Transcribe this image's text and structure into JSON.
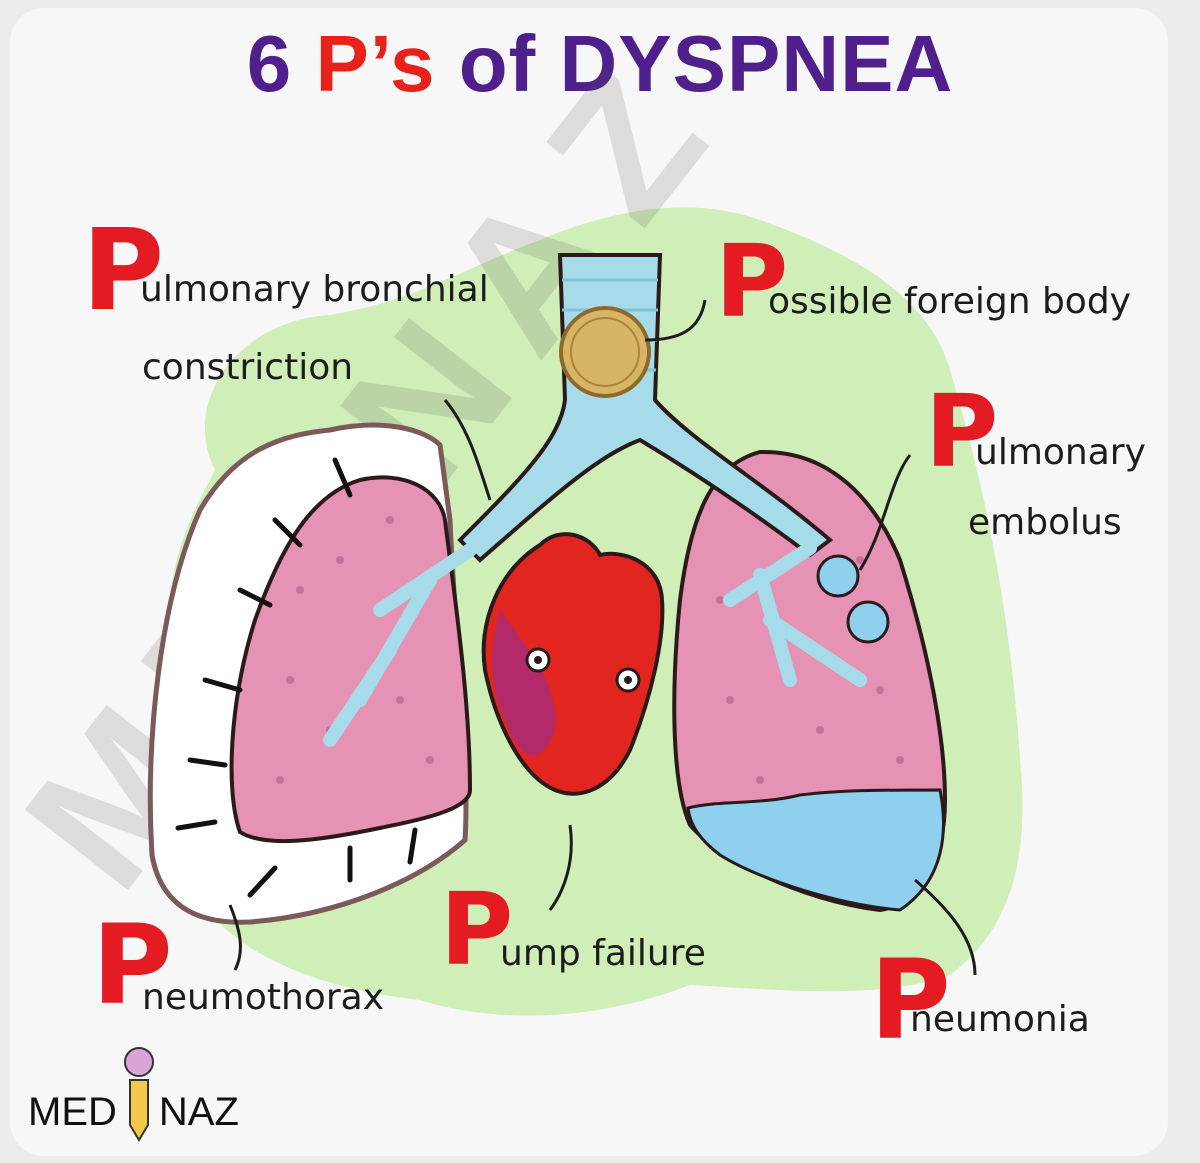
{
  "title": {
    "number": "6",
    "p": "P’s",
    "rest": "of DYSPNEA"
  },
  "causes": [
    {
      "letter": "P",
      "line1": "ulmonary bronchial",
      "line2": "constriction"
    },
    {
      "letter": "P",
      "line1": "ossible foreign body"
    },
    {
      "letter": "P",
      "line1": "ulmonary",
      "line2": "embolus"
    },
    {
      "letter": "P",
      "line1": "neumothorax"
    },
    {
      "letter": "P",
      "line1": "ump failure"
    },
    {
      "letter": "P",
      "line1": "neumonia"
    }
  ],
  "watermark": "MEDNAZ",
  "brand": {
    "left": "MED",
    "right": "NAZ"
  },
  "colors": {
    "title": "#4f1f8c",
    "accent_p": "#e51b24",
    "background_blob": "#cfeeb8",
    "lung": "#e592b4",
    "airway": "#a6dce9",
    "heart": "#e3251f",
    "fluid": "#8fd0ef"
  }
}
